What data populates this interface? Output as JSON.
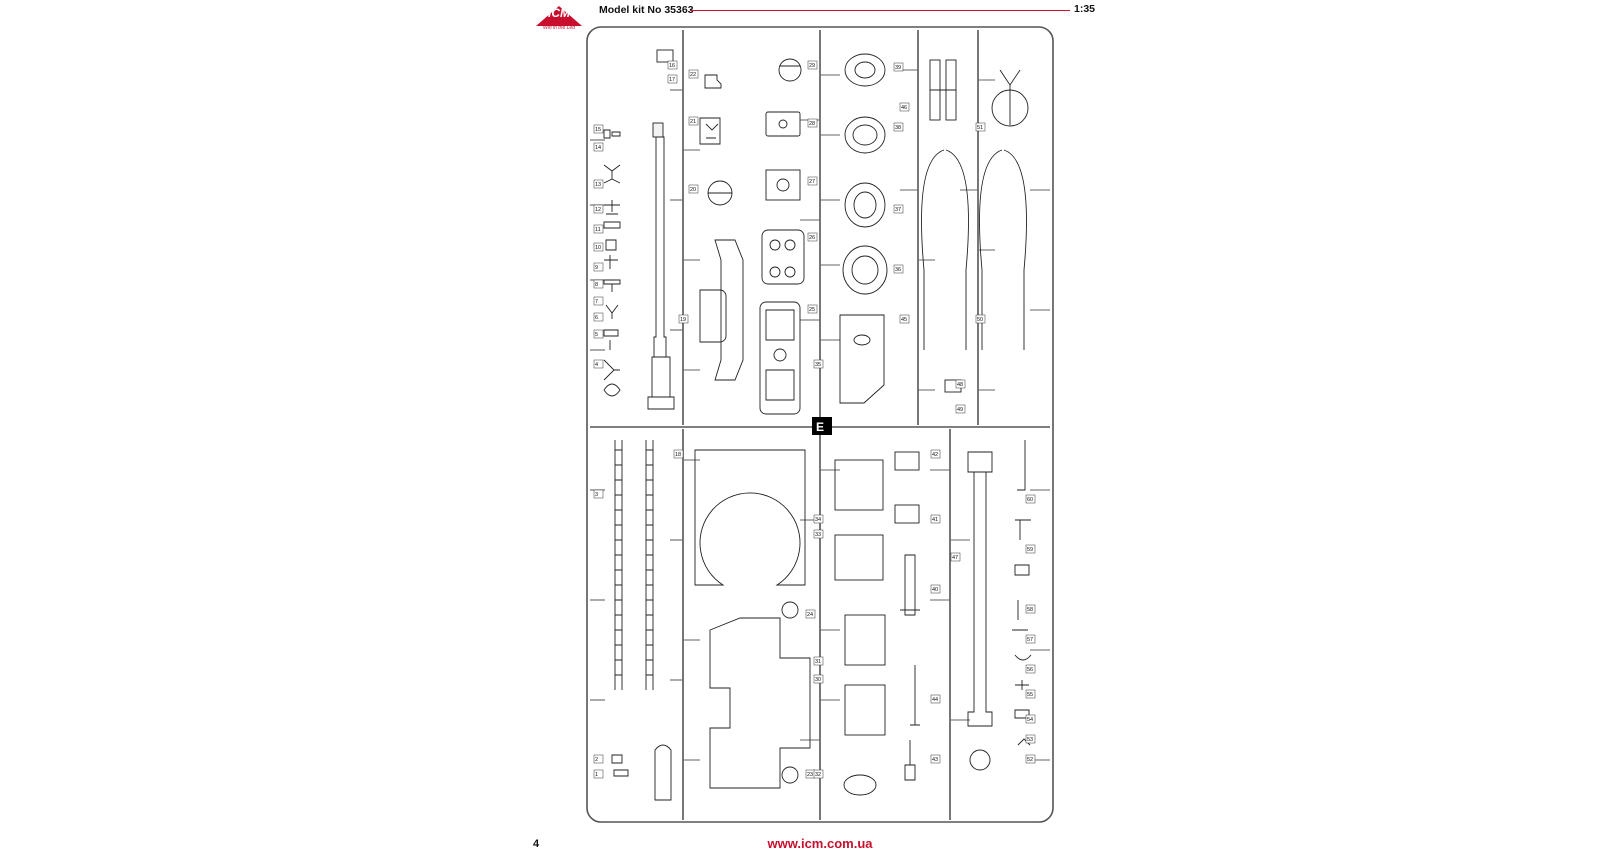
{
  "header": {
    "brand": "ICM",
    "brand_tagline": "Win in the Led",
    "model_label": "Model kit No 35363",
    "scale": "1:35",
    "brand_color": "#c8102e"
  },
  "sprue": {
    "letter": "E",
    "part_numbers": [
      "1",
      "2",
      "3",
      "4",
      "5",
      "6",
      "7",
      "8",
      "9",
      "10",
      "11",
      "12",
      "13",
      "14",
      "15",
      "16",
      "17",
      "18",
      "19",
      "20",
      "21",
      "22",
      "23",
      "24",
      "25",
      "26",
      "27",
      "28",
      "29",
      "30",
      "31",
      "32",
      "33",
      "34",
      "35",
      "36",
      "37",
      "38",
      "39",
      "40",
      "41",
      "42",
      "43",
      "44",
      "45",
      "46",
      "47",
      "48",
      "49",
      "50",
      "51",
      "52",
      "53",
      "54",
      "55",
      "56",
      "57",
      "58",
      "59",
      "60"
    ]
  },
  "footer": {
    "page_number": "4",
    "website": "www.icm.com.ua"
  }
}
